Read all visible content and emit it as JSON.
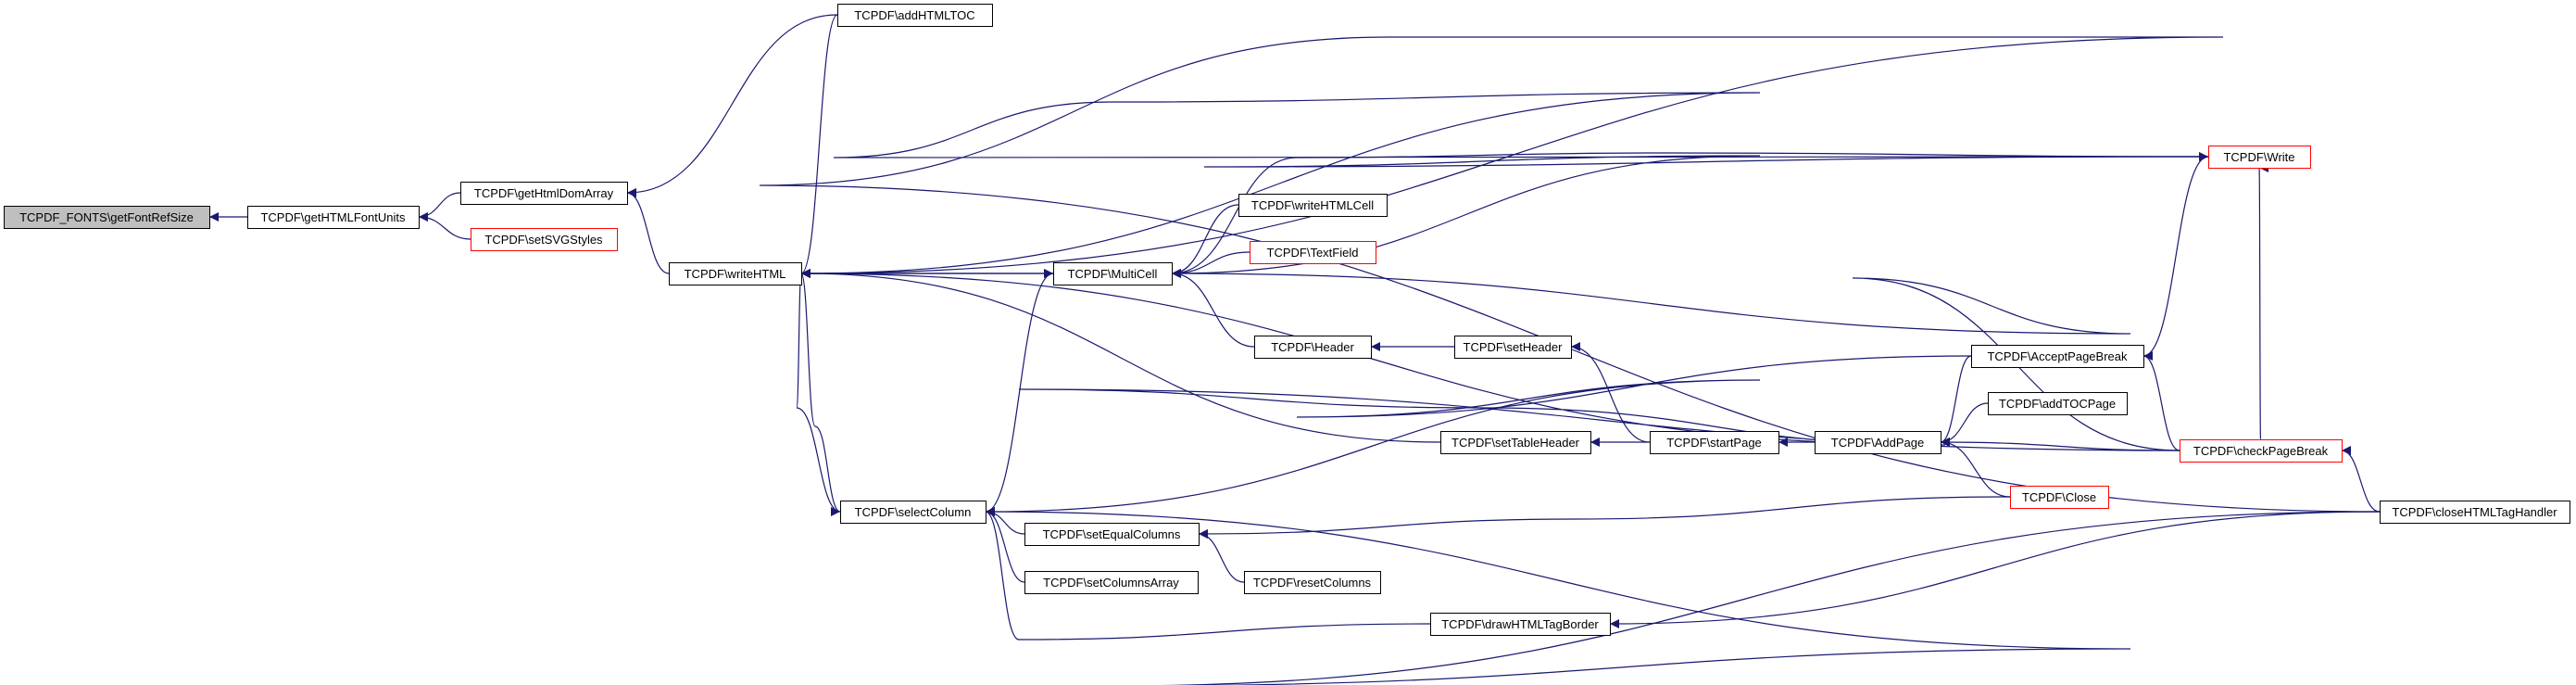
{
  "colors": {
    "edge": "#191970",
    "node_border": "#000000",
    "node_border_truncated": "#ff0000",
    "root_fill": "#bfbfbf",
    "node_fill": "#ffffff"
  },
  "nodes": [
    {
      "id": "getFontRefSize",
      "label": "TCPDF_FONTS\\getFontRefSize",
      "style": "root"
    },
    {
      "id": "getHTMLFontUnits",
      "label": "TCPDF\\getHTMLFontUnits",
      "style": "normal"
    },
    {
      "id": "getHtmlDomArray",
      "label": "TCPDF\\getHtmlDomArray",
      "style": "normal"
    },
    {
      "id": "setSVGStyles",
      "label": "TCPDF\\setSVGStyles",
      "style": "truncated"
    },
    {
      "id": "addHTMLTOC",
      "label": "TCPDF\\addHTMLTOC",
      "style": "normal"
    },
    {
      "id": "writeHTML",
      "label": "TCPDF\\writeHTML",
      "style": "normal"
    },
    {
      "id": "MultiCell",
      "label": "TCPDF\\MultiCell",
      "style": "normal"
    },
    {
      "id": "writeHTMLCell",
      "label": "TCPDF\\writeHTMLCell",
      "style": "normal"
    },
    {
      "id": "TextField",
      "label": "TCPDF\\TextField",
      "style": "truncated"
    },
    {
      "id": "Header",
      "label": "TCPDF\\Header",
      "style": "normal"
    },
    {
      "id": "setHeader",
      "label": "TCPDF\\setHeader",
      "style": "normal"
    },
    {
      "id": "setTableHeader",
      "label": "TCPDF\\setTableHeader",
      "style": "normal"
    },
    {
      "id": "startPage",
      "label": "TCPDF\\startPage",
      "style": "normal"
    },
    {
      "id": "AddPage",
      "label": "TCPDF\\AddPage",
      "style": "normal"
    },
    {
      "id": "AcceptPageBreak",
      "label": "TCPDF\\AcceptPageBreak",
      "style": "normal"
    },
    {
      "id": "addTOCPage",
      "label": "TCPDF\\addTOCPage",
      "style": "normal"
    },
    {
      "id": "checkPageBreak",
      "label": "TCPDF\\checkPageBreak",
      "style": "truncated"
    },
    {
      "id": "Close",
      "label": "TCPDF\\Close",
      "style": "truncated"
    },
    {
      "id": "Write",
      "label": "TCPDF\\Write",
      "style": "truncated"
    },
    {
      "id": "selectColumn",
      "label": "TCPDF\\selectColumn",
      "style": "normal"
    },
    {
      "id": "setEqualColumns",
      "label": "TCPDF\\setEqualColumns",
      "style": "normal"
    },
    {
      "id": "setColumnsArray",
      "label": "TCPDF\\setColumnsArray",
      "style": "normal"
    },
    {
      "id": "resetColumns",
      "label": "TCPDF\\resetColumns",
      "style": "normal"
    },
    {
      "id": "drawHTMLTagBorder",
      "label": "TCPDF\\drawHTMLTagBorder",
      "style": "normal"
    },
    {
      "id": "closeHTMLTagHandler",
      "label": "TCPDF\\closeHTMLTagHandler",
      "style": "normal"
    }
  ],
  "edges": [
    {
      "caller": "getHTMLFontUnits",
      "callee": "getFontRefSize"
    },
    {
      "caller": "getHtmlDomArray",
      "callee": "getHTMLFontUnits"
    },
    {
      "caller": "setSVGStyles",
      "callee": "getHTMLFontUnits"
    },
    {
      "caller": "addHTMLTOC",
      "callee": "getHtmlDomArray"
    },
    {
      "caller": "writeHTML",
      "callee": "getHtmlDomArray"
    },
    {
      "caller": "addHTMLTOC",
      "callee": "writeHTML"
    },
    {
      "caller": "closeHTMLTagHandler",
      "callee": "writeHTML"
    },
    {
      "caller": "Write",
      "callee": "writeHTML"
    },
    {
      "caller": "MultiCell",
      "callee": "writeHTML"
    },
    {
      "caller": "setTableHeader",
      "callee": "writeHTML"
    },
    {
      "caller": "checkPageBreak",
      "callee": "writeHTML"
    },
    {
      "caller": "selectColumn",
      "callee": "writeHTML"
    },
    {
      "caller": "writeHTML",
      "callee": "MultiCell"
    },
    {
      "caller": "writeHTML",
      "callee": "selectColumn"
    },
    {
      "caller": "Write",
      "callee": "MultiCell"
    },
    {
      "caller": "writeHTMLCell",
      "callee": "MultiCell"
    },
    {
      "caller": "TextField",
      "callee": "MultiCell"
    },
    {
      "caller": "Header",
      "callee": "MultiCell"
    },
    {
      "caller": "checkPageBreak",
      "callee": "MultiCell"
    },
    {
      "caller": "selectColumn",
      "callee": "MultiCell"
    },
    {
      "caller": "MultiCell",
      "callee": "Write"
    },
    {
      "caller": "setHeader",
      "callee": "Header"
    },
    {
      "caller": "startPage",
      "callee": "setHeader"
    },
    {
      "caller": "startPage",
      "callee": "setTableHeader"
    },
    {
      "caller": "AddPage",
      "callee": "startPage"
    },
    {
      "caller": "AcceptPageBreak",
      "callee": "AddPage"
    },
    {
      "caller": "addTOCPage",
      "callee": "AddPage"
    },
    {
      "caller": "checkPageBreak",
      "callee": "AddPage"
    },
    {
      "caller": "Close",
      "callee": "AddPage"
    },
    {
      "caller": "AcceptPageBreak",
      "callee": "Write"
    },
    {
      "caller": "checkPageBreak",
      "callee": "AcceptPageBreak"
    },
    {
      "caller": "AcceptPageBreak",
      "callee": "selectColumn"
    },
    {
      "caller": "checkPageBreak",
      "callee": "Write"
    },
    {
      "caller": "closeHTMLTagHandler",
      "callee": "checkPageBreak"
    },
    {
      "caller": "setEqualColumns",
      "callee": "selectColumn"
    },
    {
      "caller": "setColumnsArray",
      "callee": "selectColumn"
    },
    {
      "caller": "drawHTMLTagBorder",
      "callee": "selectColumn"
    },
    {
      "caller": "closeHTMLTagHandler",
      "callee": "selectColumn"
    },
    {
      "caller": "Close",
      "callee": "setEqualColumns"
    },
    {
      "caller": "resetColumns",
      "callee": "setEqualColumns"
    },
    {
      "caller": "closeHTMLTagHandler",
      "callee": "drawHTMLTagBorder"
    }
  ]
}
